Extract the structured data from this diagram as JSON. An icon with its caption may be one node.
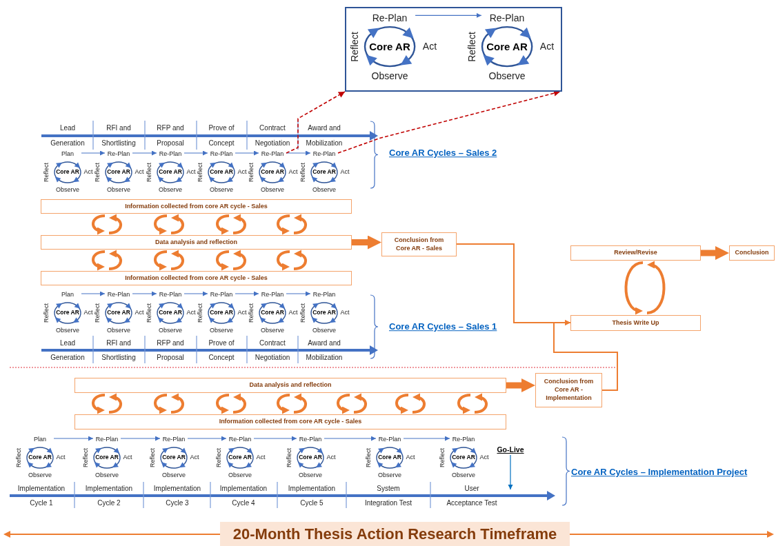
{
  "diagram": {
    "title": "20-Month Thesis Action Research Timeframe",
    "nodes": [
      {
        "text": [],
        "shape": "box"
      },
      {
        "text": [
          "Core AR"
        ],
        "beside": [
          "Re-Plan",
          "Reflect",
          "Act",
          "Observe"
        ],
        "in": 0
      },
      {
        "text": [
          "Core AR"
        ],
        "beside": [
          "Re-Plan",
          "Reflect",
          "Act",
          "Observe"
        ],
        "in": 0
      },
      {
        "text": [
          "Core AR"
        ],
        "beside": [
          "Plan",
          "Reflect",
          "Act",
          "Observe"
        ]
      },
      {
        "text": [
          "Core AR"
        ],
        "beside": [
          "Re-Plan",
          "Reflect",
          "Act",
          "Observe"
        ]
      },
      {
        "text": [
          "Core AR"
        ],
        "beside": [
          "Re-Plan",
          "Reflect",
          "Act",
          "Observe"
        ]
      },
      {
        "text": [
          "Core AR"
        ],
        "beside": [
          "Re-Plan",
          "Reflect",
          "Act",
          "Observe"
        ]
      },
      {
        "text": [
          "Core AR"
        ],
        "beside": [
          "Re-Plan",
          "Reflect",
          "Act",
          "Observe"
        ]
      },
      {
        "text": [
          "Core AR"
        ],
        "beside": [
          "Re-Plan",
          "Reflect",
          "Act",
          "Observe"
        ]
      },
      {
        "text": [
          "Information collected from core AR cycle - Sales"
        ]
      },
      {
        "text": [
          "Data analysis and reflection"
        ]
      },
      {
        "text": [
          "Conclusion from Core AR - Sales"
        ]
      },
      {
        "text": [
          "Information collected from core AR cycle - Sales"
        ]
      },
      {
        "text": [
          "Core AR"
        ],
        "beside": [
          "Plan",
          "Reflect",
          "Act",
          "Observe"
        ]
      },
      {
        "text": [
          "Core AR"
        ],
        "beside": [
          "Re-Plan",
          "Reflect",
          "Act",
          "Observe"
        ]
      },
      {
        "text": [
          "Core AR"
        ],
        "beside": [
          "Re-Plan",
          "Reflect",
          "Act",
          "Observe"
        ]
      },
      {
        "text": [
          "Core AR"
        ],
        "beside": [
          "Re-Plan",
          "Reflect",
          "Act",
          "Observe"
        ]
      },
      {
        "text": [
          "Core AR"
        ],
        "beside": [
          "Re-Plan",
          "Reflect",
          "Act",
          "Observe"
        ]
      },
      {
        "text": [
          "Core AR"
        ],
        "beside": [
          "Re-Plan",
          "Reflect",
          "Act",
          "Observe"
        ]
      },
      {
        "text": [
          "Review/Revise"
        ]
      },
      {
        "text": [
          "Conclusion"
        ]
      },
      {
        "text": [
          "Thesis Write Up"
        ]
      },
      {
        "text": [
          "Data analysis and reflection"
        ]
      },
      {
        "text": [
          "Conclusion from Core AR - Implementation"
        ]
      },
      {
        "text": [
          "Information collected from core AR cycle - Sales"
        ]
      },
      {
        "text": [
          "Core AR"
        ],
        "beside": [
          "Plan",
          "Reflect",
          "Act",
          "Observe"
        ]
      },
      {
        "text": [
          "Core AR"
        ],
        "beside": [
          "Re-Plan",
          "Reflect",
          "Act",
          "Observe"
        ]
      },
      {
        "text": [
          "Core AR"
        ],
        "beside": [
          "Re-Plan",
          "Reflect",
          "Act",
          "Observe"
        ]
      },
      {
        "text": [
          "Core AR"
        ],
        "beside": [
          "Re-Plan",
          "Reflect",
          "Act",
          "Observe"
        ]
      },
      {
        "text": [
          "Core AR"
        ],
        "beside": [
          "Re-Plan",
          "Reflect",
          "Act",
          "Observe"
        ]
      },
      {
        "text": [
          "Core AR"
        ],
        "beside": [
          "Re-Plan",
          "Reflect",
          "Act",
          "Observe"
        ]
      },
      {
        "text": [
          "Core AR"
        ],
        "beside": [
          "Re-Plan",
          "Reflect",
          "Act",
          "Observe"
        ]
      },
      {
        "text": [
          "Go-Live"
        ]
      }
    ],
    "edges": [
      {
        "from": 1,
        "to": 2,
        "arrow": "to",
        "color": "#4472c4"
      },
      {
        "from": 3,
        "to": 4,
        "arrow": "to",
        "color": "#4472c4"
      },
      {
        "from": 4,
        "to": 5,
        "arrow": "to",
        "color": "#4472c4"
      },
      {
        "from": 5,
        "to": 6,
        "arrow": "to",
        "color": "#4472c4"
      },
      {
        "from": 6,
        "to": 7,
        "arrow": "to",
        "color": "#4472c4"
      },
      {
        "from": 7,
        "to": 8,
        "arrow": "to",
        "color": "#4472c4"
      },
      {
        "from": 7,
        "to": 0,
        "arrow": "to",
        "style": "dashed",
        "color": "#c00000"
      },
      {
        "from": 8,
        "to": 0,
        "arrow": "to",
        "style": "dashed",
        "color": "#c00000"
      },
      {
        "from": 9,
        "to": 10,
        "arrow": "to"
      },
      {
        "from": 10,
        "to": 9,
        "arrow": "to"
      },
      {
        "from": 9,
        "to": 10,
        "arrow": "to"
      },
      {
        "from": 10,
        "to": 9,
        "arrow": "to"
      },
      {
        "from": 9,
        "to": 10,
        "arrow": "to"
      },
      {
        "from": 10,
        "to": 9,
        "arrow": "to"
      },
      {
        "from": 9,
        "to": 10,
        "arrow": "to"
      },
      {
        "from": 10,
        "to": 9,
        "arrow": "to"
      },
      {
        "from": 10,
        "to": 12,
        "arrow": "to"
      },
      {
        "from": 12,
        "to": 10,
        "arrow": "to"
      },
      {
        "from": 10,
        "to": 12,
        "arrow": "to"
      },
      {
        "from": 12,
        "to": 10,
        "arrow": "to"
      },
      {
        "from": 10,
        "to": 12,
        "arrow": "to"
      },
      {
        "from": 12,
        "to": 10,
        "arrow": "to"
      },
      {
        "from": 10,
        "to": 12,
        "arrow": "to"
      },
      {
        "from": 12,
        "to": 10,
        "arrow": "to"
      },
      {
        "from": 10,
        "to": 11,
        "arrow": "to",
        "style": "thick"
      },
      {
        "from": 11,
        "to": 21,
        "arrow": "to"
      },
      {
        "from": 13,
        "to": 14,
        "arrow": "to",
        "color": "#4472c4"
      },
      {
        "from": 14,
        "to": 15,
        "arrow": "to",
        "color": "#4472c4"
      },
      {
        "from": 15,
        "to": 16,
        "arrow": "to",
        "color": "#4472c4"
      },
      {
        "from": 16,
        "to": 17,
        "arrow": "to",
        "color": "#4472c4"
      },
      {
        "from": 17,
        "to": 18,
        "arrow": "to",
        "color": "#4472c4"
      },
      {
        "from": 19,
        "to": 20,
        "arrow": "to",
        "style": "thick"
      },
      {
        "from": 19,
        "to": 21,
        "arrow": "to"
      },
      {
        "from": 21,
        "to": 19,
        "arrow": "to"
      },
      {
        "from": 22,
        "to": 23,
        "arrow": "to",
        "style": "thick"
      },
      {
        "from": 23,
        "to": 21,
        "arrow": "to"
      },
      {
        "from": 22,
        "to": 24,
        "arrow": "to"
      },
      {
        "from": 24,
        "to": 22,
        "arrow": "to"
      },
      {
        "from": 22,
        "to": 24,
        "arrow": "to"
      },
      {
        "from": 24,
        "to": 22,
        "arrow": "to"
      },
      {
        "from": 22,
        "to": 24,
        "arrow": "to"
      },
      {
        "from": 24,
        "to": 22,
        "arrow": "to"
      },
      {
        "from": 22,
        "to": 24,
        "arrow": "to"
      },
      {
        "from": 24,
        "to": 22,
        "arrow": "to"
      },
      {
        "from": 22,
        "to": 24,
        "arrow": "to"
      },
      {
        "from": 24,
        "to": 22,
        "arrow": "to"
      },
      {
        "from": 22,
        "to": 24,
        "arrow": "to"
      },
      {
        "from": 24,
        "to": 22,
        "arrow": "to"
      },
      {
        "from": 22,
        "to": 24,
        "arrow": "to"
      },
      {
        "from": 24,
        "to": 22,
        "arrow": "to"
      },
      {
        "from": 25,
        "to": 26,
        "arrow": "to",
        "color": "#4472c4"
      },
      {
        "from": 26,
        "to": 27,
        "arrow": "to",
        "color": "#4472c4"
      },
      {
        "from": 27,
        "to": 28,
        "arrow": "to",
        "color": "#4472c4"
      },
      {
        "from": 28,
        "to": 29,
        "arrow": "to",
        "color": "#4472c4"
      },
      {
        "from": 29,
        "to": 30,
        "arrow": "to",
        "color": "#4472c4"
      },
      {
        "from": 30,
        "to": 31,
        "arrow": "to",
        "color": "#4472c4"
      },
      {
        "from": 32,
        "to": null,
        "arrow": "to",
        "color": "#0070c0"
      }
    ],
    "labels": [
      "Lead",
      "RFI and",
      "RFP and",
      "Prove of",
      "Contract",
      "Award and",
      "Generation",
      "Shortlisting",
      "Proposal",
      "Concept",
      "Negotiation",
      "Mobilization",
      "Core AR Cycles – Sales 2",
      "Core AR Cycles – Sales 1",
      "Lead",
      "RFI and",
      "RFP and",
      "Prove of",
      "Contract",
      "Award and",
      "Generation",
      "Shortlisting",
      "Proposal",
      "Concept",
      "Negotiation",
      "Mobilization",
      "Implementation",
      "Implementation",
      "Implementation",
      "Implementation",
      "Implementation",
      "System",
      "User",
      "Cycle 1",
      "Cycle 2",
      "Cycle 3",
      "Cycle 4",
      "Cycle 5",
      "Integration Test",
      "Acceptance Test",
      "Core AR Cycles – Implementation Project"
    ]
  }
}
